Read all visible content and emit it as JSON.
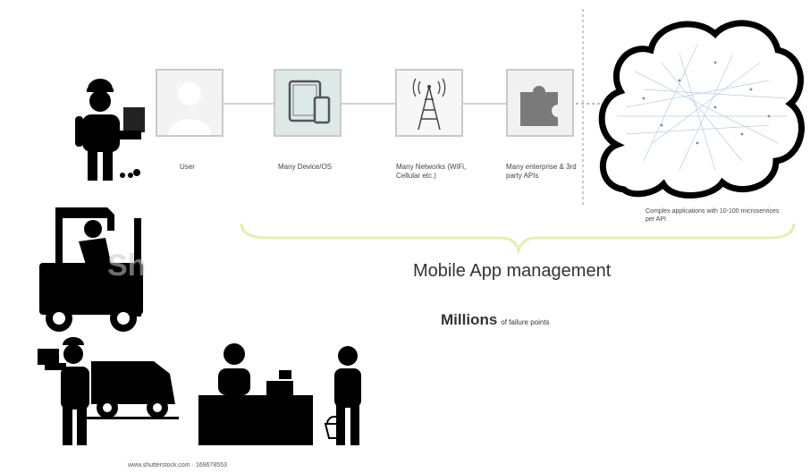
{
  "nodes": [
    {
      "label": "User",
      "icon": "user-silhouette-icon"
    },
    {
      "label": "Many Device/OS",
      "icon": "tablet-phone-icon"
    },
    {
      "label": "Many Networks (WiFi, Cellular etc.)",
      "icon": "cell-tower-icon"
    },
    {
      "label": "Many enterprise & 3rd party APIs",
      "icon": "puzzle-piece-icon"
    }
  ],
  "cloud": {
    "label": "Complex applications with 10-100 microservices per API",
    "icon": "cloud-network-icon"
  },
  "brace_title": "Mobile App management",
  "subtitle": {
    "strong": "Millions",
    "rest": "of failure points"
  },
  "watermark": {
    "footer": "www.shutterstock.com · 169678553",
    "overlay": "Sh"
  },
  "colors": {
    "brace": "#e9ecb0",
    "accent_box": "#dde9e6",
    "figure": "#000000"
  }
}
